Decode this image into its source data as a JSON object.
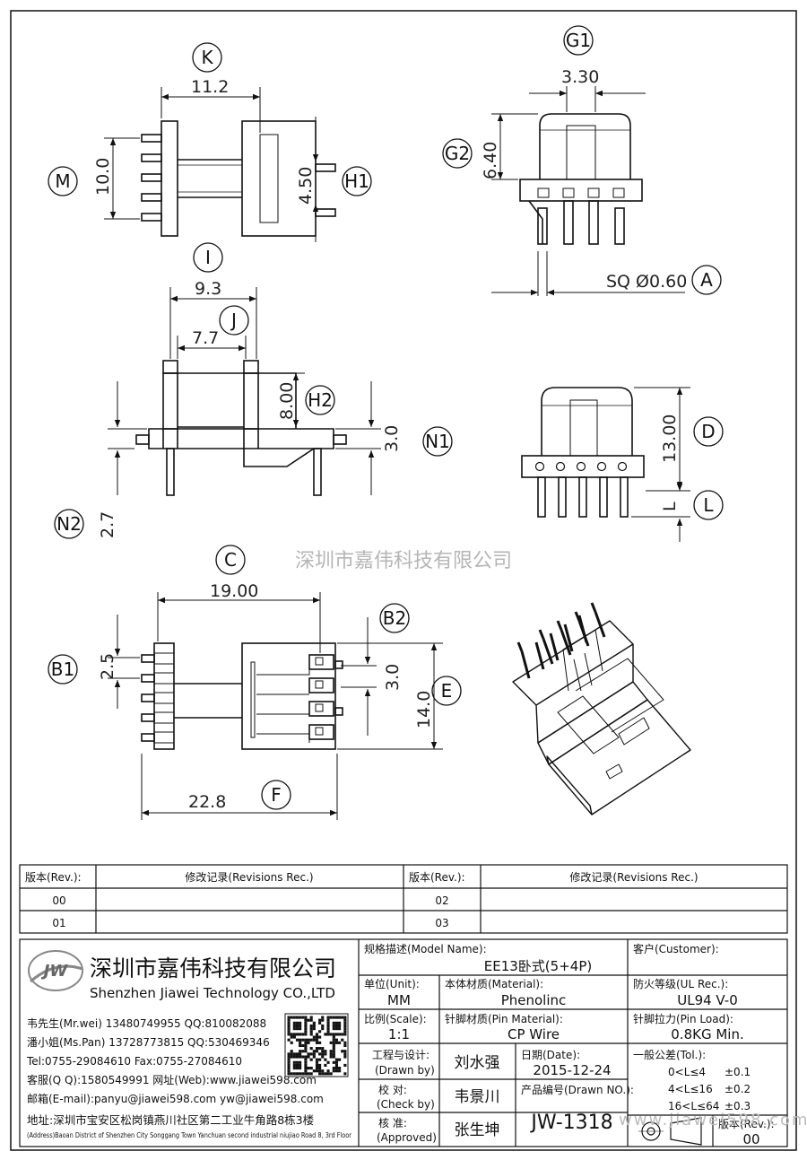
{
  "dimensions": {
    "K": "11.2",
    "M": "10.0",
    "H1": "4.50",
    "G1": "3.30",
    "G2": "6.40",
    "A": "SQ Ø0.60",
    "I": "9.3",
    "J": "7.7",
    "H2": "8.00",
    "N1": "3.0",
    "N2": "2.7",
    "D": "13.00",
    "L": "L",
    "C": "19.00",
    "B1": "2.5",
    "B2": "3.0",
    "E": "14.0",
    "F": "22.8"
  },
  "callouts": [
    "K",
    "M",
    "H1",
    "G1",
    "G2",
    "A",
    "I",
    "J",
    "H2",
    "N1",
    "N2",
    "D",
    "L",
    "C",
    "B1",
    "B2",
    "E",
    "F"
  ],
  "watermark_center": "深圳市嘉伟科技有限公司",
  "watermark_corner": "www.jiawei598.com",
  "revision_table": {
    "col_rev": "版本(Rev.):",
    "col_rec": "修改记录(Revisions Rec.)",
    "left_rows": [
      "00",
      "01"
    ],
    "right_rows": [
      "02",
      "03"
    ]
  },
  "company": {
    "logo_text": "JW",
    "name_cn": "深圳市嘉伟科技有限公司",
    "name_en": "Shenzhen Jiawei Technology CO.,LTD",
    "contacts": [
      "韦先生(Mr.wei) 13480749955 QQ:810082088",
      "潘小姐(Ms.Pan) 13728773815 QQ:530469346",
      "Tel:0755-29084610    Fax:0755-27084610",
      "客服(Q Q):1580549991   网址(Web):www.jiawei598.com",
      "邮箱(E-mail):panyu@jiawei598.com  yw@jiawei598.com"
    ],
    "address_cn": "地址:深圳市宝安区松岗镇燕川社区第二工业牛角路8栋3楼",
    "address_en": "(Address)Baoan District of Shenzhen City Songgang Town Yanchuan  second industrial niujiao Road 8, 3rd Floor"
  },
  "spec": {
    "model_label": "规格描述(Model Name):",
    "model_value": "EE13卧式(5+4P)",
    "customer_label": "客户(Customer):",
    "unit_label": "单位(Unit):",
    "unit_value": "MM",
    "material_label": "本体材质(Material):",
    "material_value": "Phenolinc",
    "ul_label": "防火等级(UL Rec.):",
    "ul_value": "UL94 V-0",
    "scale_label": "比例(Scale):",
    "scale_value": "1:1",
    "pin_material_label": "针脚材质(Pin Material):",
    "pin_material_value": "CP Wire",
    "pin_load_label": "针脚拉力(Pin Load):",
    "pin_load_value": "0.8KG Min.",
    "drawn_label_cn": "工程与设计:",
    "drawn_label_en": "(Drawn by)",
    "drawn_value": "刘水强",
    "date_label": "日期(Date):",
    "date_value": "2015-12-24",
    "tol_label": "一般公差(Tol.):",
    "tol_rows": [
      {
        "range": "0<L≤4",
        "tol": "±0.1"
      },
      {
        "range": "4<L≤16",
        "tol": "±0.2"
      },
      {
        "range": "16<L≤64",
        "tol": "±0.3"
      }
    ],
    "check_label_cn": "校  对:",
    "check_label_en": "(Check by)",
    "check_value": "韦景川",
    "drawn_no_label": "产品编号(Drawn NO.):",
    "drawn_no_value": "JW-1318",
    "approved_label_cn": "核  准:",
    "approved_label_en": "(Approved)",
    "approved_value": "张生坤",
    "version_label": "版本(Rev.):",
    "version_value": "00"
  }
}
